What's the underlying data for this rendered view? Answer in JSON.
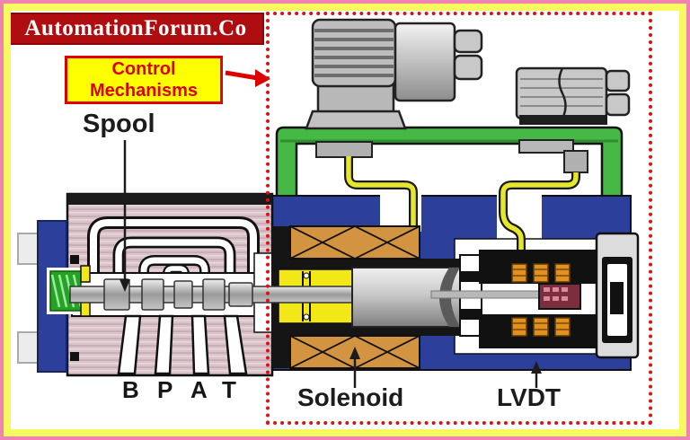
{
  "branding": {
    "logo_text": "AutomationForum.Co"
  },
  "callout": {
    "text": "Control Mechanisms"
  },
  "diagram": {
    "labels": {
      "spool": "Spool",
      "solenoid": "Solenoid",
      "lvdt": "LVDT"
    },
    "ports": [
      "B",
      "P",
      "A",
      "T"
    ],
    "colors": {
      "frame_outer_pink": "#ee82b0",
      "frame_inner_yellow": "#f8f860",
      "logo_bg_red": "#b00d10",
      "callout_yellow": "#ffff00",
      "callout_red": "#dd0000",
      "highlight_dotted_red": "#dd1111",
      "valve_body_pink": "#d9c3c8",
      "housing_blue": "#2b3f9b",
      "bracket_green": "#46b846",
      "wire_yellow": "#e6e62a",
      "solenoid_coil_tan": "#d29440",
      "bobbin_yellow": "#f2e818",
      "lvdt_coil_orange": "#e09122",
      "core_maroon": "#7c2e3e",
      "spring_green": "#24a324"
    }
  }
}
